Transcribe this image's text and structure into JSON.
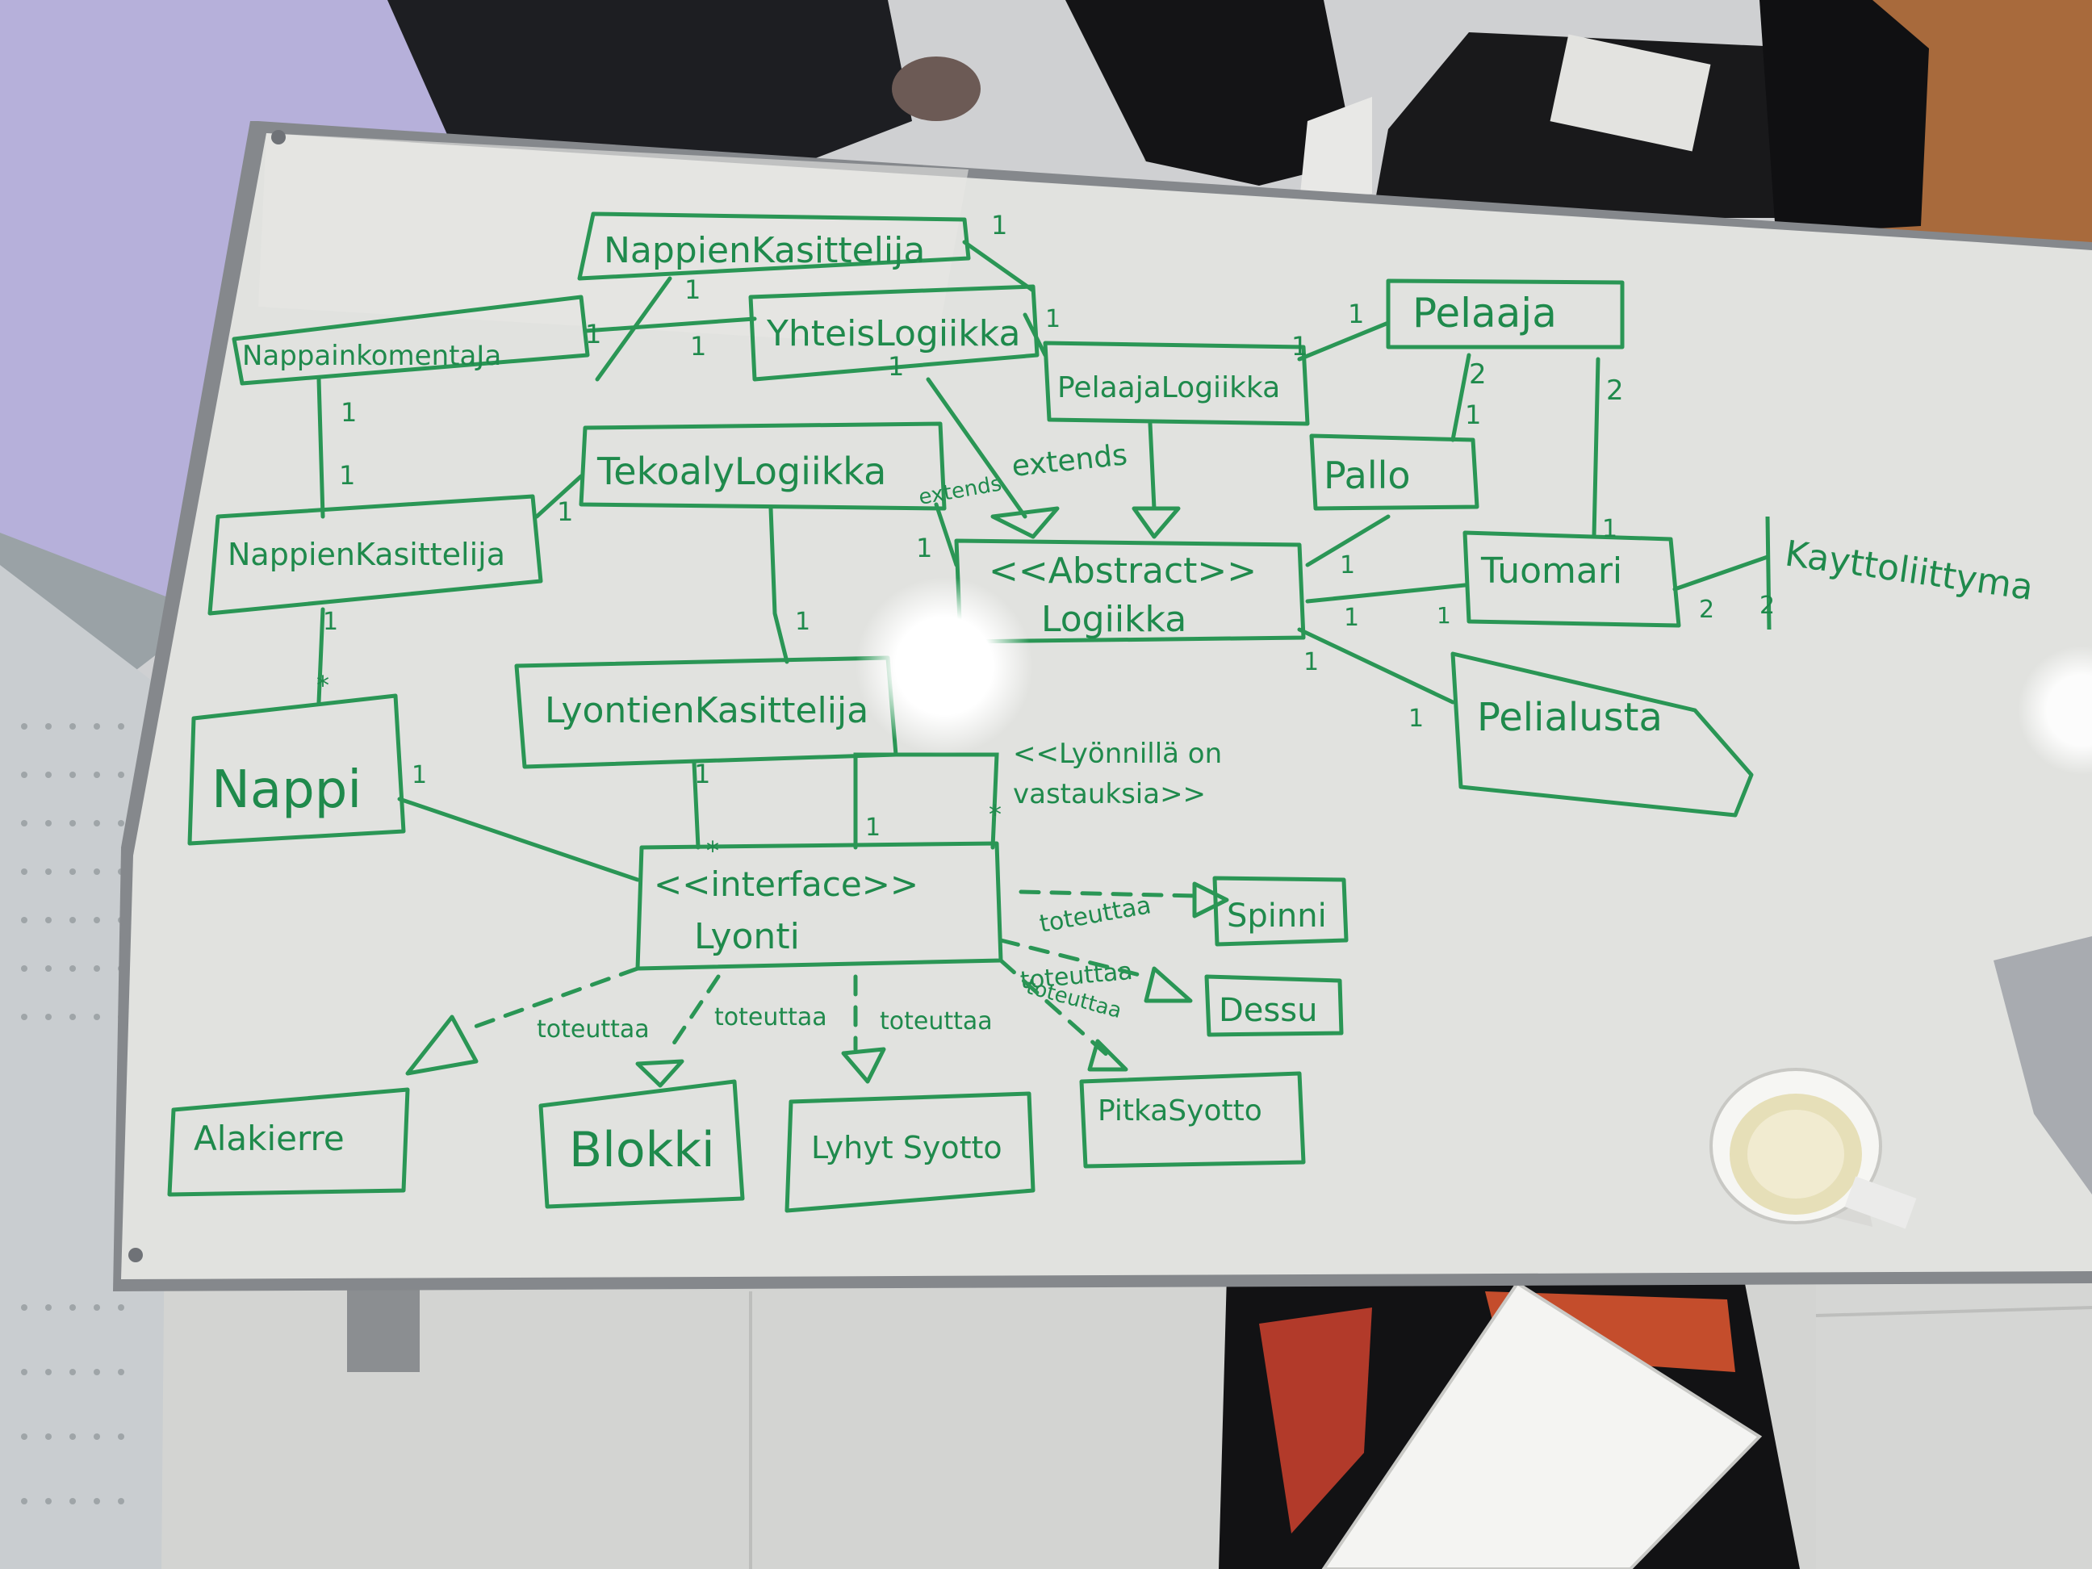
{
  "scene": {
    "description_colors": {
      "ink": "#1f8a4c",
      "board": "#dfe0dd",
      "frame": "#8c8f93",
      "wall": "#b7afd9",
      "floor": "#d8d9d7"
    }
  },
  "whiteboard": {
    "classes": {
      "nappienkasittelija_top": "NappienKasittelija",
      "yhteislogiikka": "YhteisLogiikka",
      "nappainkomentaja": "NappainkomentaJa",
      "pelaaja": "Pelaaja",
      "pelaajalogiikka": "PelaajaLogiikka",
      "tekoalylogiikka": "TekoalyLogiikka",
      "nappienkasittelija_left": "NappienKasittelija",
      "pallo": "Pallo",
      "abstract_stereotype": "<<Abstract>>",
      "logiikka": "Logiikka",
      "tuomari": "Tuomari",
      "lyontienkasittelija": "LyontienKasittelija",
      "kayttoliittyma": "Kayttoliittyma",
      "nappi": "Nappi",
      "pelialusta": "Pelialusta",
      "interface_stereotype": "<<interface>>",
      "lyonti": "Lyonti",
      "spinni": "Spinni",
      "dessu": "Dessu",
      "alakierre": "Alakierre",
      "blokki": "Blokki",
      "lyhyt_syotto": "Lyhyt Syotto",
      "pitka_syotto": "PitkaSyotto"
    },
    "notes": {
      "lyonnilla_line1": "<<Lyönnillä on",
      "lyonnilla_line2": "vastauksia>>",
      "extends_1": "extends",
      "extends_2": "extends",
      "toteuttaa_1": "toteuttaa",
      "toteuttaa_2": "toteuttaa",
      "toteuttaa_3": "toteuttaa",
      "toteuttaa_4": "toteuttaa",
      "toteuttaa_5": "toteuttaa",
      "toteuttaa_6": "toteuttaa"
    },
    "multiplicities": [
      "1",
      "1",
      "1",
      "1",
      "1",
      "1",
      "1",
      "1",
      "2",
      "1",
      "2",
      "1",
      "1",
      "1",
      "1",
      "1",
      "1",
      "*",
      "1",
      "*",
      "1",
      "1",
      "*",
      "1",
      "1",
      "1",
      "1",
      "1",
      "2",
      "2",
      "1"
    ]
  }
}
